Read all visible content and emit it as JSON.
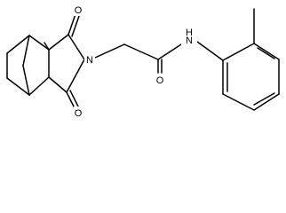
{
  "molecule": {
    "atoms": {
      "o_top": "O",
      "o_bottom": "O",
      "n_imide": "N",
      "o_amide": "O",
      "nh_amide": "N",
      "h_amide": "H"
    }
  }
}
